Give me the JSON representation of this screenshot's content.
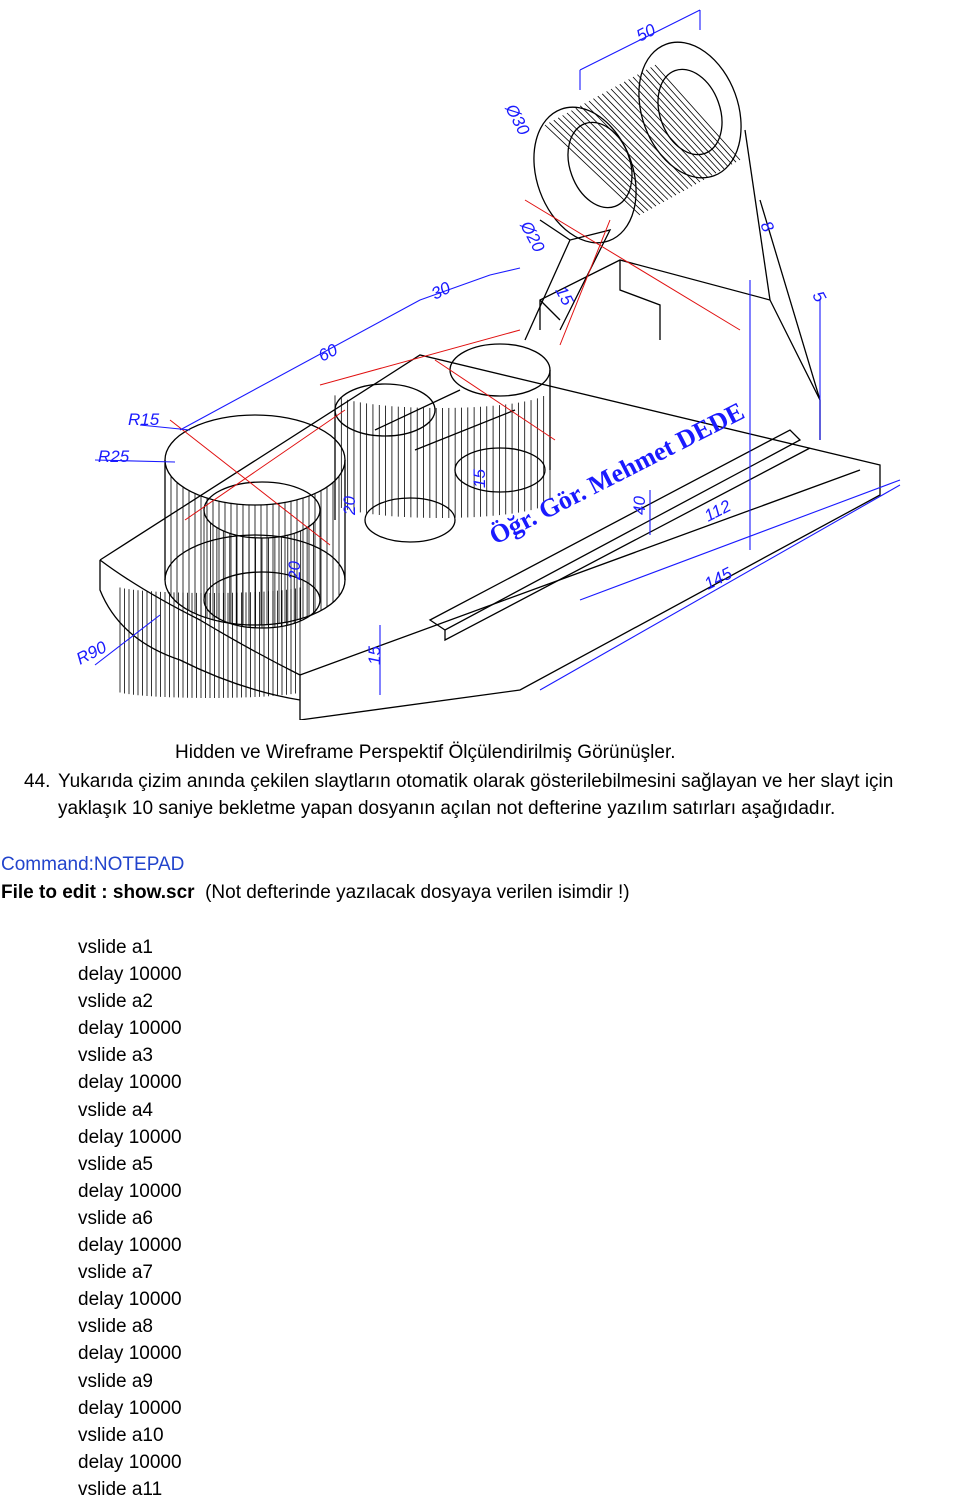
{
  "figure": {
    "dimension_labels": [
      "50",
      "Ø30",
      "Ø20",
      "8",
      "5",
      "30",
      "60",
      "15",
      "R15",
      "R25",
      "20",
      "15",
      "40",
      "R90",
      "15",
      "20",
      "112",
      "145"
    ],
    "signature": "Öğr. Gör. Mehmet DEDE",
    "colors": {
      "lines": "#000000",
      "dimensions": "#1a1aff",
      "centerlines": "#e01010"
    }
  },
  "caption": "Hidden ve Wireframe Perspektif Ölçülendirilmiş Görünüşler.",
  "paragraph": {
    "number": "44.",
    "text": "Yukarıda çizim anında çekilen slaytların otomatik olarak gösterilebilmesini sağlayan ve her slayt için yaklaşık 10 saniye bekletme yapan dosyanın açılan not defterine yazılım satırları aşağıdadır."
  },
  "command": "Command:NOTEPAD",
  "file_line": {
    "label": "File to edit : show.scr",
    "note": "(Not defterinde yazılacak dosyaya verilen isimdir !)"
  },
  "script_lines": [
    "vslide a1",
    "delay 10000",
    "vslide a2",
    "delay 10000",
    "vslide a3",
    "delay 10000",
    "vslide a4",
    "delay 10000",
    "vslide a5",
    "delay 10000",
    "vslide a6",
    "delay 10000",
    "vslide a7",
    "delay 10000",
    "vslide a8",
    "delay 10000",
    "vslide a9",
    "delay 10000",
    "vslide a10",
    "delay 10000",
    "vslide a11"
  ]
}
